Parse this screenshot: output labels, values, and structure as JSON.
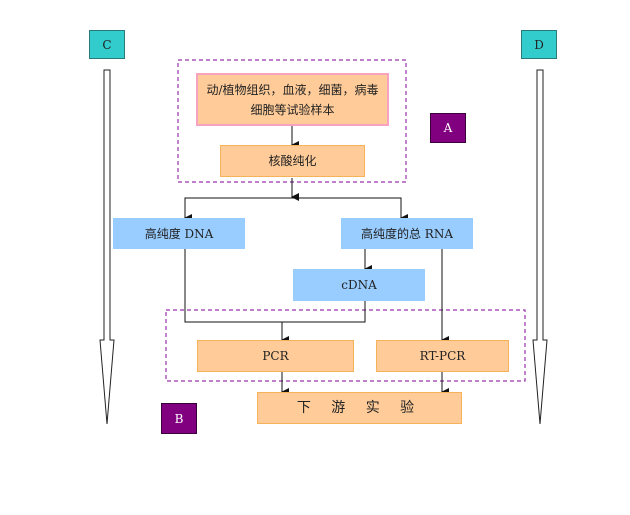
{
  "markers": {
    "c": "C",
    "d": "D",
    "a": "A",
    "b": "B"
  },
  "nodes": {
    "sample": "动/植物组织，血液，细菌，病毒细胞等试验样本",
    "purification": "核酸纯化",
    "dna": "高纯度 DNA",
    "rna": "高纯度的总 RNA",
    "cdna": "cDNA",
    "pcr": "PCR",
    "rtpcr": "RT-PCR",
    "downstream": "下 游 实 验"
  },
  "colors": {
    "orange_fill": "#ffcc99",
    "blue_fill": "#99ccff",
    "teal_fill": "#33cccc",
    "purple_fill": "#800080",
    "dashed_group": "#9933aa"
  }
}
